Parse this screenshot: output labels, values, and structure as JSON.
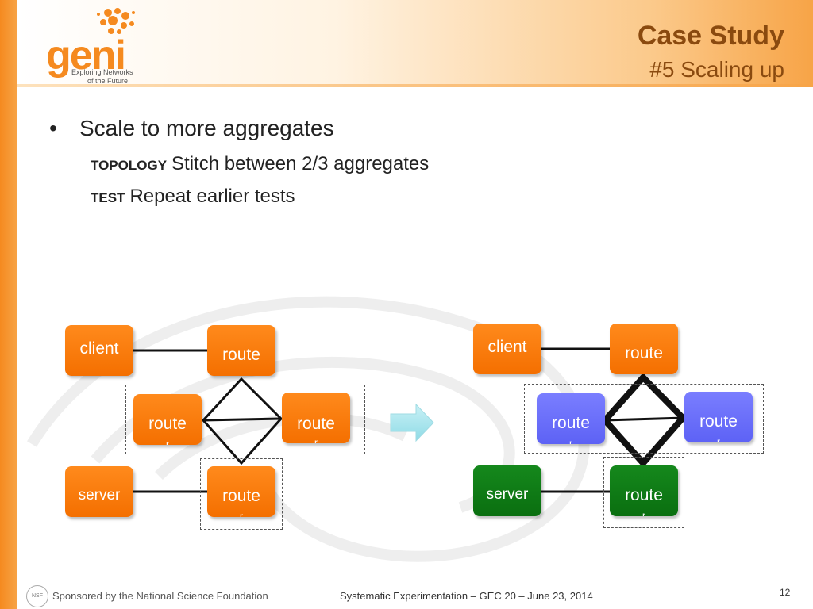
{
  "header": {
    "logo_word": "geni",
    "logo_tagline_1": "Exploring Networks",
    "logo_tagline_2": "of the Future",
    "title": "Case Study",
    "subtitle": "#5 Scaling up"
  },
  "content": {
    "bullet": "Scale to more aggregates",
    "topology_label": "TOPOLOGY",
    "topology_text": "Stitch between 2/3 aggregates",
    "test_label": "TEST",
    "test_text": "Repeat earlier tests"
  },
  "diagram_left": {
    "client": "client",
    "router_top": "route",
    "router_mid_left": "route",
    "router_mid_right": "route",
    "server": "server",
    "router_bottom": "route",
    "router_suffix": "r"
  },
  "diagram_right": {
    "client": "client",
    "router_top": "route",
    "router_mid_left": "route",
    "router_mid_right": "route",
    "server": "server",
    "router_bottom": "route",
    "router_suffix": "r"
  },
  "footer": {
    "nsf_logo": "NSF",
    "sponsor": "Sponsored by the National Science Foundation",
    "center": "Systematic Experimentation – GEC 20 – June 23, 2014",
    "page_number": "12"
  },
  "colors": {
    "orange": "#f47a0a",
    "blue": "#6a6ef8",
    "green": "#0f7c15",
    "title": "#8a4a0f"
  }
}
